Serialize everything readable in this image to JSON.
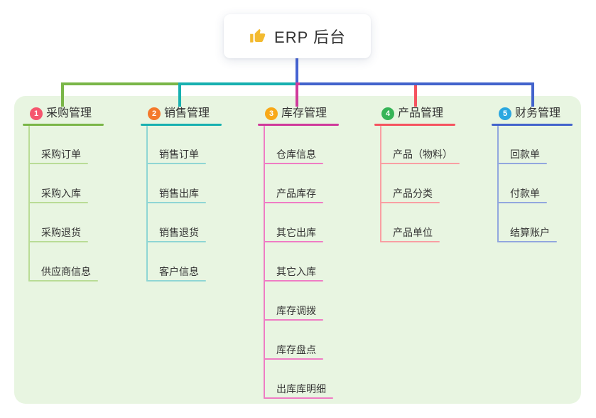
{
  "root": {
    "title": "ERP 后台",
    "icon": "thumbs-up-icon",
    "icon_color": "#f3ba2f"
  },
  "branches": [
    {
      "badge": "1",
      "label": "采购管理",
      "badge_color": "#f5566e",
      "line_color": "#7ab648",
      "line_light": "#b9dc96",
      "items": [
        "采购订单",
        "采购入库",
        "采购退货",
        "供应商信息"
      ]
    },
    {
      "badge": "2",
      "label": "销售管理",
      "badge_color": "#f4792c",
      "line_color": "#17b0b0",
      "line_light": "#8fd6d4",
      "items": [
        "销售订单",
        "销售出库",
        "销售退货",
        "客户信息"
      ]
    },
    {
      "badge": "3",
      "label": "库存管理",
      "badge_color": "#f8a818",
      "line_color": "#cf3a9b",
      "line_light": "#ef7cc4",
      "items": [
        "仓库信息",
        "产品库存",
        "其它出库",
        "其它入库",
        "库存调拨",
        "库存盘点",
        "出库库明细"
      ]
    },
    {
      "badge": "4",
      "label": "产品管理",
      "badge_color": "#36b457",
      "line_color": "#f5535f",
      "line_light": "#f99fa3",
      "items": [
        "产品（物料）",
        "产品分类",
        "产品单位"
      ]
    },
    {
      "badge": "5",
      "label": "财务管理",
      "badge_color": "#2ba7e0",
      "line_color": "#4263cc",
      "line_light": "#92a7de",
      "items": [
        "回款单",
        "付款单",
        "结算账户"
      ]
    }
  ],
  "colors": {
    "canvas_bg": "#ffffff",
    "panel_bg": "#e8f5e1",
    "root_connector": "#4663d2",
    "text": "#333333"
  }
}
